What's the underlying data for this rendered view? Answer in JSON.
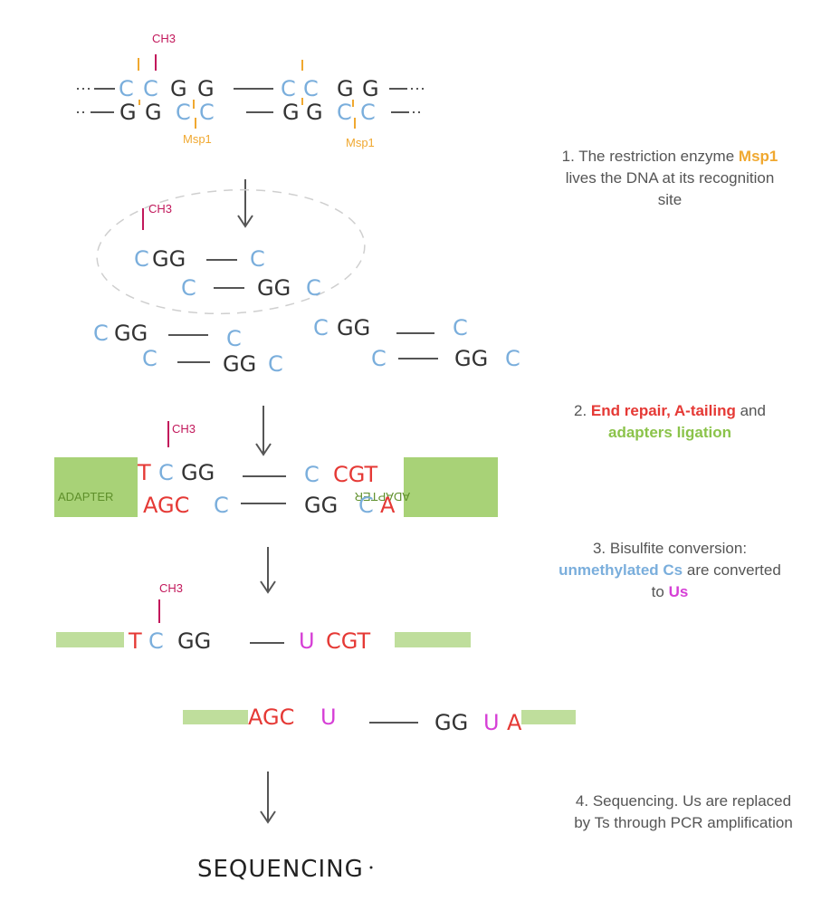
{
  "colors": {
    "cytosine": "#7aaedc",
    "bases": "#333333",
    "methyl": "#c2185b",
    "msp1": "#f0a830",
    "adapter": "#8bc34a",
    "tails": "#e53935",
    "uracil": "#d63fd6",
    "caption": "#555555"
  },
  "labels": {
    "methyl": "CH3",
    "msp1": "Msp1",
    "adapter": "ADAPTER",
    "sequencing": "SEQUENCING"
  },
  "steps": [
    {
      "parts": [
        {
          "text": "1. The restriction enzyme ",
          "style": ""
        },
        {
          "text": "Msp1",
          "style": "msp1"
        },
        {
          "text": " lives the DNA at its recognition site",
          "style": ""
        }
      ]
    },
    {
      "parts": [
        {
          "text": "2. ",
          "style": ""
        },
        {
          "text": "End repair, A-tailing",
          "style": "tails"
        },
        {
          "text": " and ",
          "style": ""
        },
        {
          "text": "adapters ligation",
          "style": "adapter"
        }
      ]
    },
    {
      "parts": [
        {
          "text": "3. Bisulfite conversion: ",
          "style": ""
        },
        {
          "text": "unmethylated Cs",
          "style": "cytosine"
        },
        {
          "text": " are converted to ",
          "style": ""
        },
        {
          "text": "Us",
          "style": "uracil"
        }
      ]
    },
    {
      "parts": [
        {
          "text": "4. Sequencing. Us are replaced by Ts through PCR amplification",
          "style": ""
        }
      ]
    }
  ]
}
